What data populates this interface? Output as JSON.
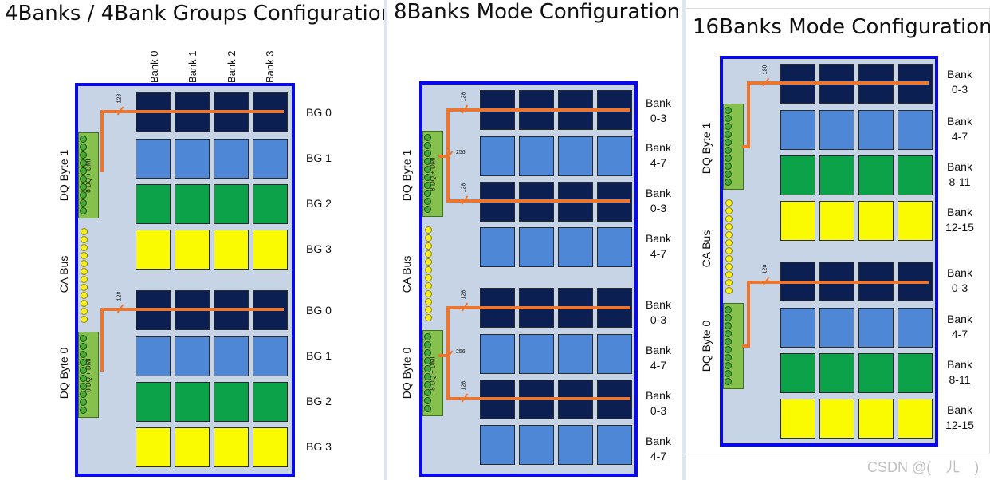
{
  "colors": {
    "dark": "#0b1f52",
    "light_blue": "#4f87d7",
    "green": "#0ca24a",
    "yellow": "#fafa00",
    "bus": "#ea7630",
    "border": "#0a0ae8"
  },
  "panel1": {
    "title": "4Banks / 4Bank Groups Configuration",
    "bank_cols": [
      "Bank 0",
      "Bank 1",
      "Bank 2",
      "Bank 3"
    ],
    "rows": [
      "BG 0",
      "BG 1",
      "BG 2",
      "BG 3",
      "BG 0",
      "BG 1",
      "BG 2",
      "BG 3"
    ],
    "dq_upper": "DQ Byte 1",
    "dq_lower": "DQ Byte 0",
    "ca": "CA Bus",
    "dq_inner": "8 DQ + DMI",
    "bus_width": "128"
  },
  "panel2": {
    "title": "8Banks Mode Configuration",
    "rows": [
      {
        "line1": "Bank",
        "line2": "0-3"
      },
      {
        "line1": "Bank",
        "line2": "4-7"
      },
      {
        "line1": "Bank",
        "line2": "0-3"
      },
      {
        "line1": "Bank",
        "line2": "4-7"
      },
      {
        "line1": "Bank",
        "line2": "0-3"
      },
      {
        "line1": "Bank",
        "line2": "4-7"
      },
      {
        "line1": "Bank",
        "line2": "0-3"
      },
      {
        "line1": "Bank",
        "line2": "4-7"
      }
    ],
    "dq_upper": "DQ Byte 1",
    "dq_lower": "DQ Byte 0",
    "ca": "CA Bus",
    "dq_inner": "8 DQ + DMI",
    "bus_width": "128",
    "split_width": "256"
  },
  "panel3": {
    "title": "16Banks Mode Configuration",
    "rows": [
      {
        "line1": "Bank",
        "line2": "0-3"
      },
      {
        "line1": "Bank",
        "line2": "4-7"
      },
      {
        "line1": "Bank",
        "line2": "8-11"
      },
      {
        "line1": "Bank",
        "line2": "12-15"
      },
      {
        "line1": "Bank",
        "line2": "0-3"
      },
      {
        "line1": "Bank",
        "line2": "4-7"
      },
      {
        "line1": "Bank",
        "line2": "8-11"
      },
      {
        "line1": "Bank",
        "line2": "12-15"
      }
    ],
    "dq_upper": "DQ Byte 1",
    "dq_lower": "DQ Byte 0",
    "ca": "CA Bus",
    "bus_width": "128"
  },
  "watermark": "CSDN @(　ㄦ　)"
}
